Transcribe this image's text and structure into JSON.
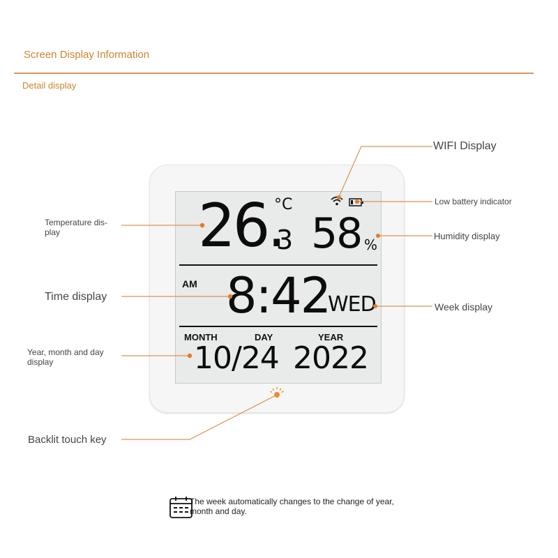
{
  "header": {
    "title": "Screen Display Information",
    "subtitle": "Detail display"
  },
  "lcd": {
    "temperature_main": "26.",
    "temperature_decimal": "3",
    "temperature_unit": "°C",
    "humidity_value": "58",
    "humidity_unit": "%",
    "am_pm": "AM",
    "time": "8:42",
    "weekday": "WED",
    "month_label": "MONTH",
    "day_label": "DAY",
    "year_label": "YEAR",
    "date": "10/24",
    "year": "2022"
  },
  "callouts": {
    "wifi": "WIFI Display",
    "low_battery": "Low battery indicator",
    "temperature": "Temperature dis-\nplay",
    "humidity": "Humidity display",
    "time": "Time display",
    "week": "Week display",
    "date": "Year, month and day\ndisplay",
    "backlight": "Backlit touch key"
  },
  "footer": {
    "text": "The week automatically changes to the change of year, month and day."
  },
  "colors": {
    "accent": "#c9852f",
    "leader_line": "#d59650",
    "lcd_background": "#e9eaea",
    "segment": "#0c0c0c"
  },
  "icons": {
    "wifi": "wifi-icon",
    "battery": "battery-low-icon",
    "backlight": "backlight-touch-icon",
    "calendar": "calendar-icon"
  }
}
